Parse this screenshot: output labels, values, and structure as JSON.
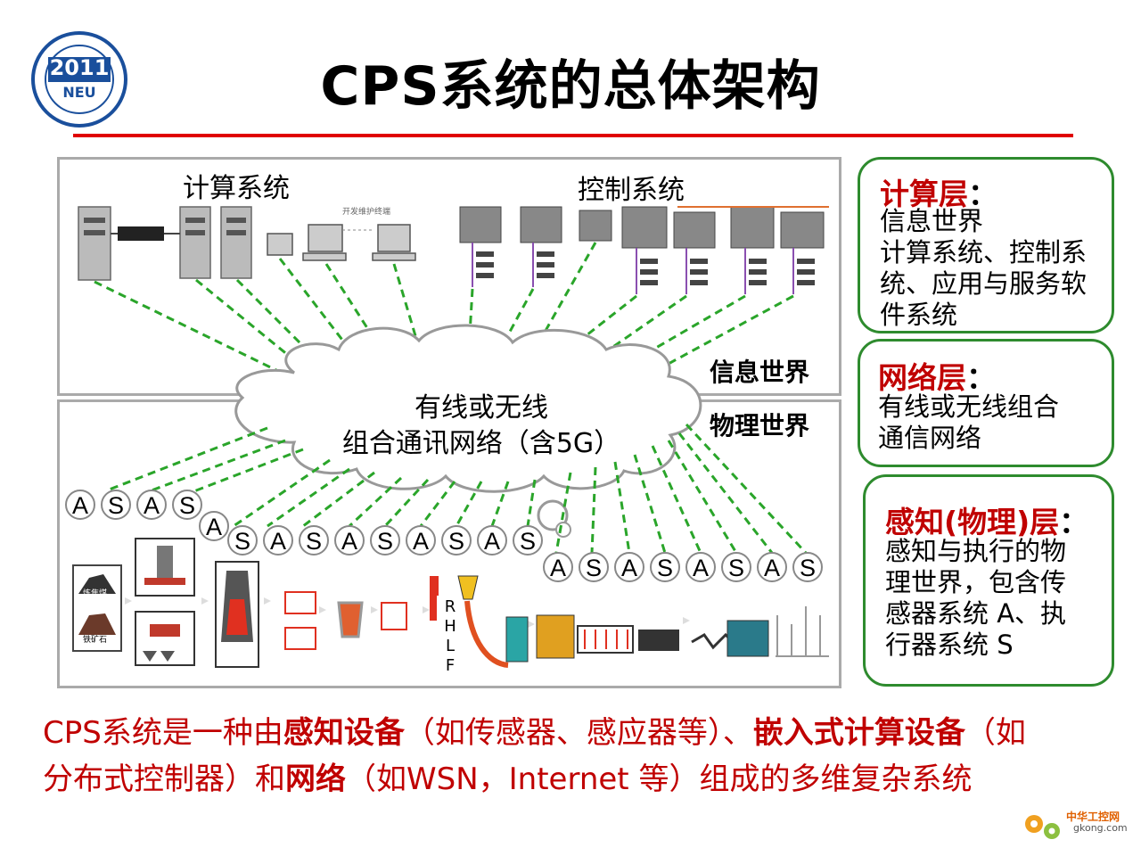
{
  "title": "CPS系统的总体架构",
  "logo": {
    "number": "2011",
    "abbr": "NEU"
  },
  "panel_top": {
    "compute_label": "计算系统",
    "control_label": "控制系统",
    "world_label": "信息世界"
  },
  "panel_bottom": {
    "world_label": "物理世界"
  },
  "cloud": {
    "line1": "有线或无线",
    "line2": "组合通讯网络（含5G）"
  },
  "sensor_rows": {
    "row1": [
      "A",
      "S",
      "A",
      "S"
    ],
    "row2": [
      "A"
    ],
    "row3": [
      "S",
      "A",
      "S",
      "A",
      "S",
      "A",
      "S",
      "A",
      "S"
    ],
    "row4": [
      "A",
      "S",
      "A",
      "S",
      "A",
      "S",
      "A",
      "S"
    ]
  },
  "rhlf": [
    "R",
    "H",
    "L",
    "F"
  ],
  "layers": [
    {
      "title": "计算层",
      "colon": "：",
      "lines": [
        "信息世界",
        "计算系统、控制系",
        "统、应用与服务软",
        "件系统"
      ]
    },
    {
      "title": "网络层",
      "colon": "：",
      "lines": [
        "有线或无线组合",
        "通信网络"
      ]
    },
    {
      "title": "感知(物理)层",
      "colon": "：",
      "lines": [
        "感知与执行的物",
        "理世界，包含传",
        "感器系统 A、执",
        "行器系统 S"
      ]
    }
  ],
  "bottom": {
    "p1": "CPS系统是一种由",
    "b1": "感知设备",
    "p2": "（如传感器、感应器等）、",
    "b2": "嵌入式计算设备",
    "p3": "（如",
    "p4": "分布式控制器）和",
    "b3": "网络",
    "p5": "（如WSN，Internet 等）组成的多维复杂系统"
  },
  "watermark": {
    "name": "中华工控网",
    "url": "gkong.com"
  }
}
